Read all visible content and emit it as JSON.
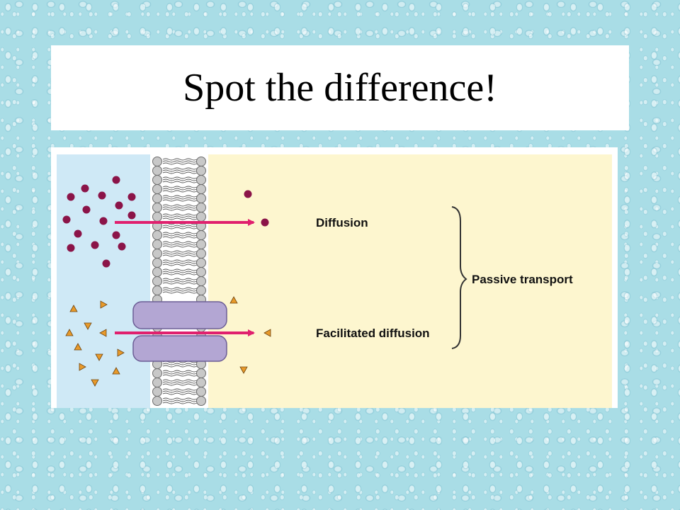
{
  "slide": {
    "title": "Spot the difference!"
  },
  "diagram": {
    "labels": {
      "diffusion": "Diffusion",
      "facilitated": "Facilitated diffusion",
      "passive": "Passive transport"
    },
    "colors": {
      "outside": "#cfe9f6",
      "inside": "#fdf6cf",
      "molecule": "#8b1448",
      "solute": "#e89a2a",
      "arrow": "#e0206e",
      "protein": "#b3a6d3",
      "protein_stroke": "#6c5e96",
      "lipid_head": "#c8c8c8"
    }
  }
}
